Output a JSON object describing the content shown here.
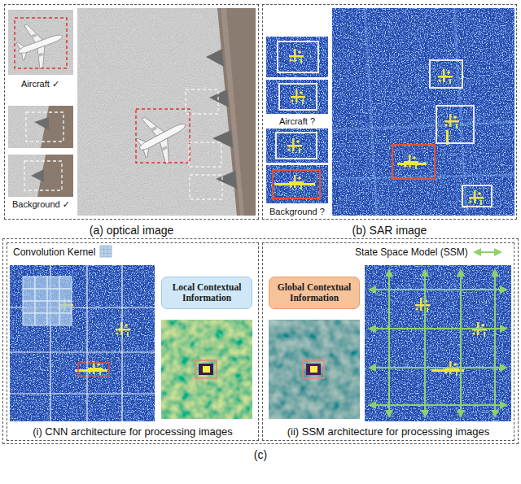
{
  "diagram": {
    "nodes": [
      {
        "text": [
          "(a) optical image"
        ]
      },
      {
        "text": [
          "(b) SAR image"
        ]
      },
      {
        "text": [
          "(c)"
        ]
      },
      {
        "text": [
          "Convolution Kernel",
          "(i) CNN architecture for processing images"
        ],
        "in": 2
      },
      {
        "text": [
          "Local Contextual Information"
        ],
        "in": 3
      },
      {
        "text": [
          "State Space Model (SSM)",
          "(ii) SSM architecture for processing images"
        ],
        "in": 2
      },
      {
        "text": [
          "Global Contextual Information"
        ],
        "in": 5
      }
    ],
    "labels": [
      "Aircraft ✓",
      "Background ✓",
      "Aircraft ?",
      "Background ?"
    ]
  }
}
